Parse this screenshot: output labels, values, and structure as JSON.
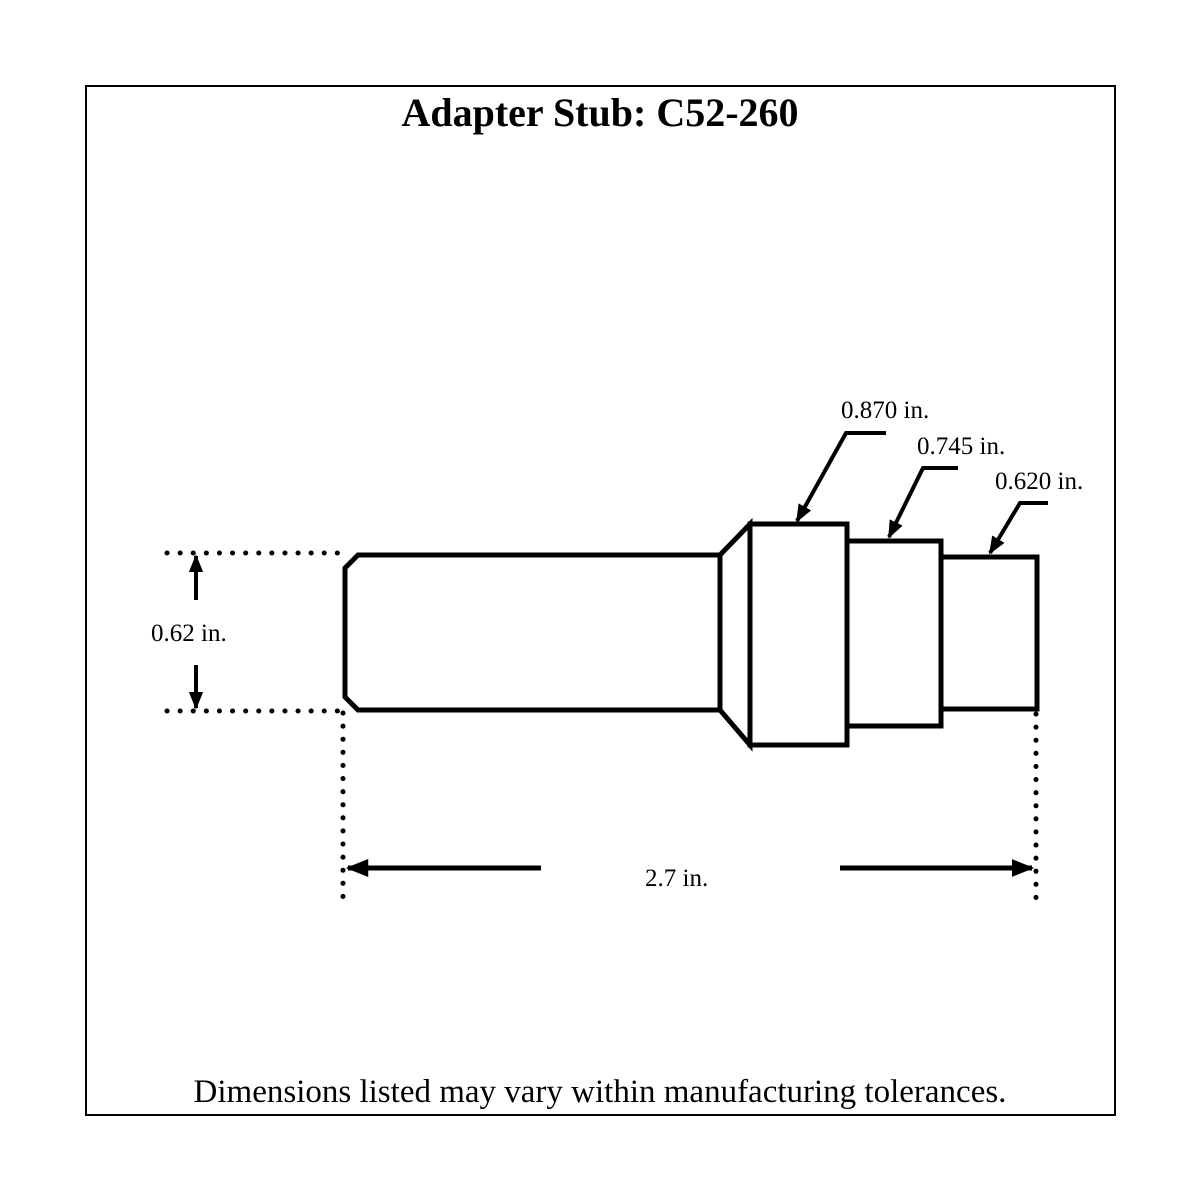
{
  "title": "Adapter Stub: C52-260",
  "footnote": "Dimensions listed may vary within manufacturing tolerances.",
  "dimensions": {
    "diameter_large": "0.870 in.",
    "diameter_medium": "0.745 in.",
    "diameter_small": "0.620 in.",
    "shank_diameter": "0.62 in.",
    "overall_length": "2.7 in."
  },
  "colors": {
    "line": "#000000",
    "background": "#ffffff"
  }
}
